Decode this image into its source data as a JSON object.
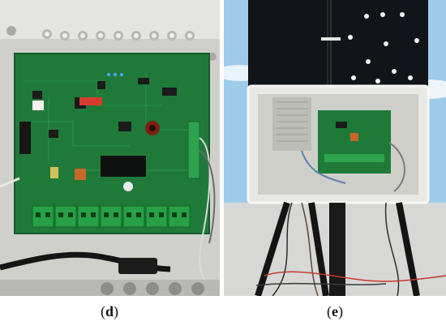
{
  "panels": [
    {
      "id": "d",
      "caption_open": "(",
      "caption_letter": "d",
      "caption_close": ")"
    },
    {
      "id": "e",
      "caption_open": "(",
      "caption_letter": "e",
      "caption_close": ")"
    }
  ],
  "colors": {
    "pcb_green": "#1f7a3a",
    "enclosure_gray": "#d9d9d4",
    "sky_blue": "#9ecbea",
    "mast_black": "#111418"
  }
}
